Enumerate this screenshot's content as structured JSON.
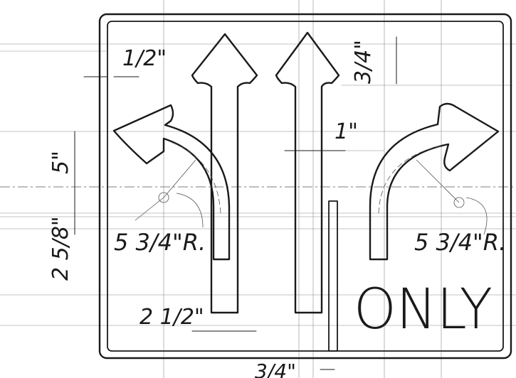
{
  "sign": {
    "legend": "ONLY"
  },
  "dimensions": {
    "border_margin": "1/2\"",
    "arrowhead_depth": "3/4\"",
    "shaft_gap": "1\"",
    "turn_offset": "5\"",
    "radius_left": "5 3/4\"R.",
    "radius_right": "5 3/4\"R.",
    "lower_offset": "2 5/8\"",
    "shaft_width": "2 1/2\"",
    "divider_width": "3/4\""
  }
}
